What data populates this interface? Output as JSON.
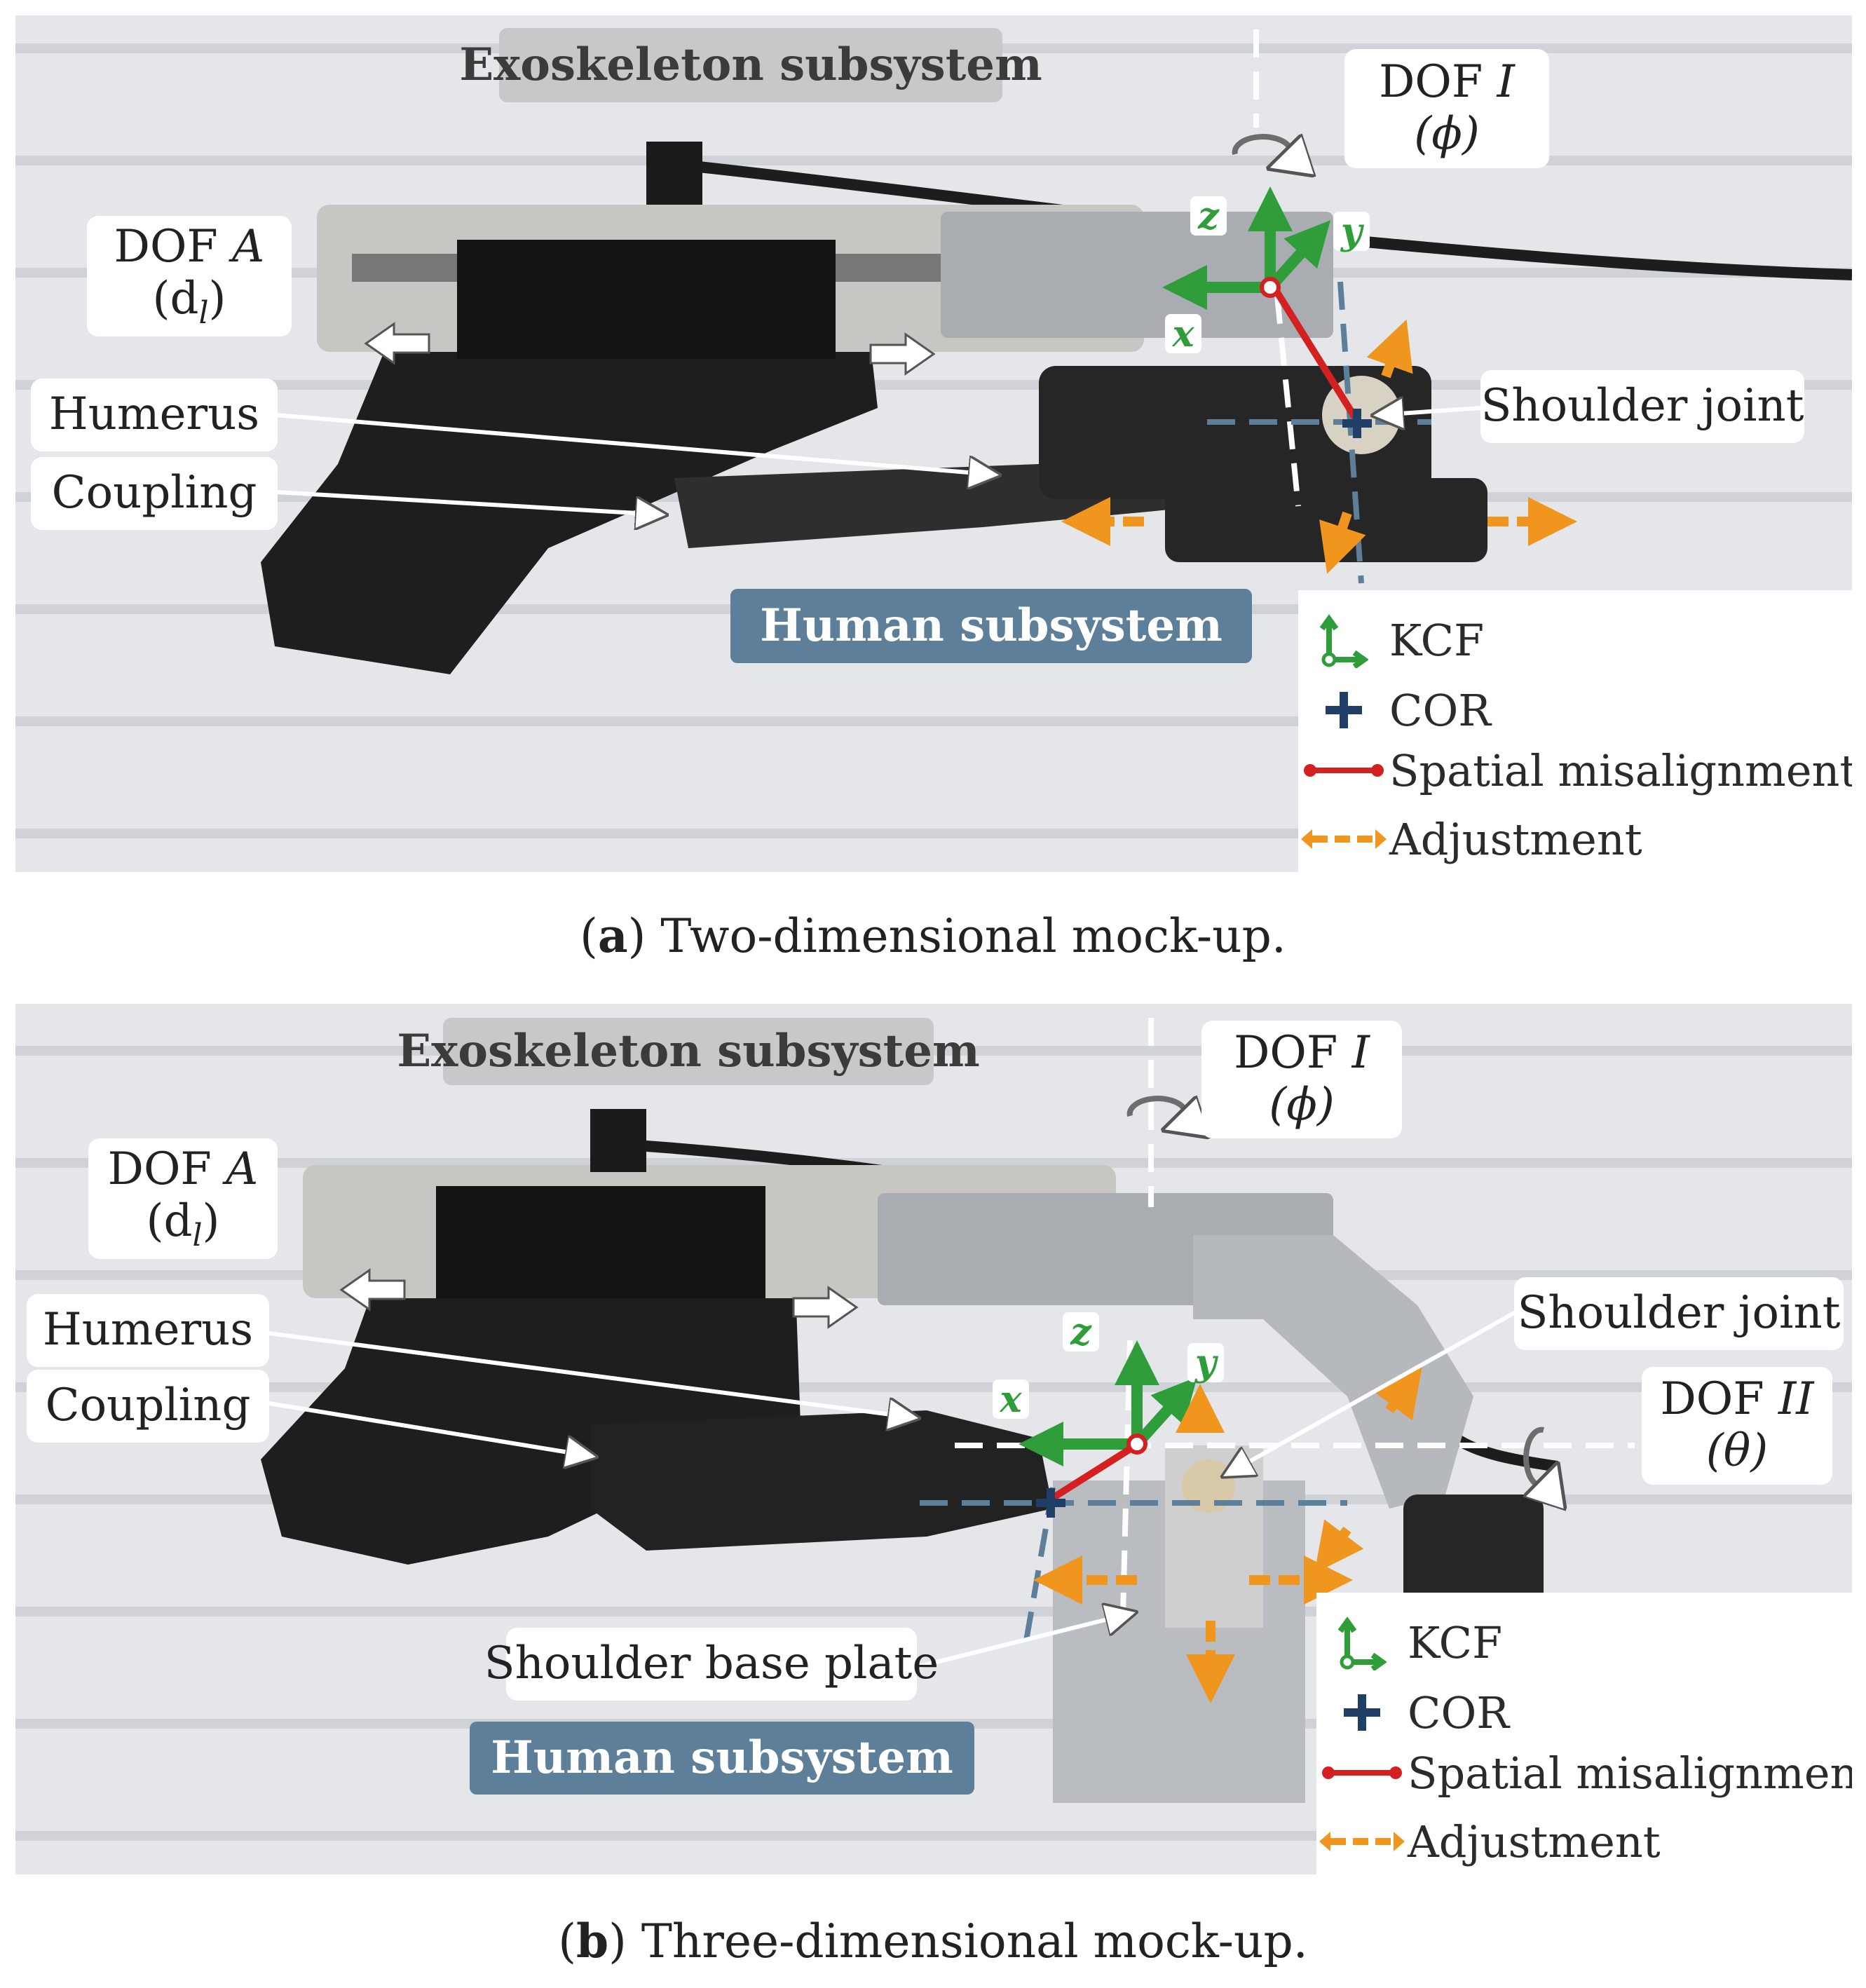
{
  "panel_a": {
    "tag_exoskeleton": "Exoskeleton subsystem",
    "tag_human": "Human subsystem",
    "dof_a": {
      "line1": "DOF ",
      "var1": "A",
      "line2": "(d",
      "sub": "l",
      "close": ")"
    },
    "dof_i": {
      "line1": "DOF ",
      "var1": "I",
      "line2": "(ϕ)"
    },
    "humerus": "Humerus",
    "coupling": "Coupling",
    "shoulder_joint": "Shoulder joint",
    "axes": {
      "x": "x",
      "y": "y",
      "z": "z"
    },
    "legend": {
      "kcf": "KCF",
      "cor": "COR",
      "misalignment": "Spatial misalignment",
      "adjustment": "Adjustment"
    },
    "caption": {
      "letter": "a",
      "text": " Two-dimensional mock-up."
    }
  },
  "panel_b": {
    "tag_exoskeleton": "Exoskeleton subsystem",
    "tag_human": "Human subsystem",
    "dof_a": {
      "line1": "DOF ",
      "var1": "A",
      "line2": "(d",
      "sub": "l",
      "close": ")"
    },
    "dof_i": {
      "line1": "DOF ",
      "var1": "I",
      "line2": "(ϕ)"
    },
    "dof_ii": {
      "line1": "DOF ",
      "var1": "II",
      "line2": "(θ)"
    },
    "humerus": "Humerus",
    "coupling": "Coupling",
    "shoulder_joint": "Shoulder joint",
    "shoulder_base_plate": "Shoulder base plate",
    "axes": {
      "x": "x",
      "y": "y",
      "z": "z"
    },
    "legend": {
      "kcf": "KCF",
      "cor": "COR",
      "misalignment": "Spatial misalignment",
      "adjustment": "Adjustment"
    },
    "caption": {
      "letter": "b",
      "text": " Three-dimensional mock-up."
    }
  },
  "colors": {
    "kcf_green": "#2e9d3a",
    "cor_blue": "#1f3f66",
    "misalignment_red": "#d42020",
    "adjustment_orange": "#f0961e",
    "human_tag": "#5d7f9a",
    "exo_tag": "#c7c8c9"
  }
}
